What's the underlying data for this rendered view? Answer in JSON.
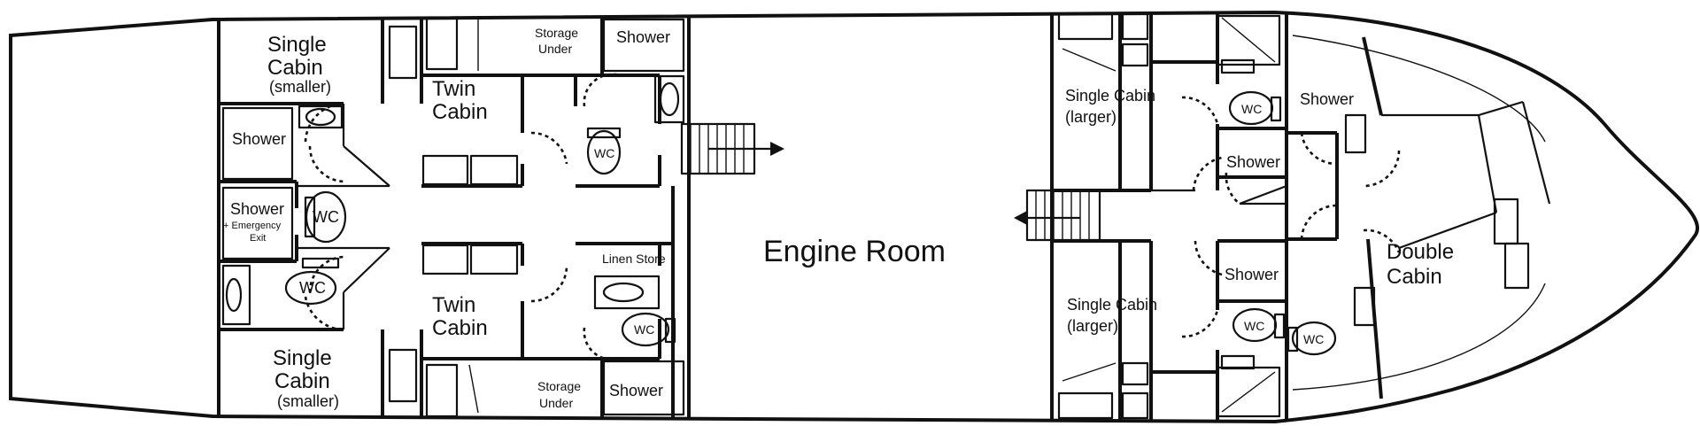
{
  "labels": {
    "single_cabin_1_line1": "Single",
    "single_cabin_1_line2": "Cabin",
    "single_cabin_1_sub": "(smaller)",
    "single_cabin_2_line1": "Single",
    "single_cabin_2_line2": "Cabin",
    "single_cabin_2_sub": "(smaller)",
    "twin_cabin_1_line1": "Twin",
    "twin_cabin_1_line2": "Cabin",
    "twin_cabin_2_line1": "Twin",
    "twin_cabin_2_line2": "Cabin",
    "storage_under_1_line1": "Storage",
    "storage_under_1_line2": "Under",
    "storage_under_2_line1": "Storage",
    "storage_under_2_line2": "Under",
    "shower_top_center": "Shower",
    "shower_bottom_center": "Shower",
    "shower_left_top": "Shower",
    "shower_emergency_line1": "Shower",
    "shower_emergency_line2": "+ Emergency",
    "shower_emergency_line3": "Exit",
    "linen_store": "Linen Store",
    "wc_center_top": "WC",
    "wc_left": "WC",
    "wc_left_lower": "WC",
    "wc_center_bottom": "WC",
    "engine_room": "Engine Room",
    "single_cabin_larger_top_line1": "Single Cabin",
    "single_cabin_larger_top_sub": "(larger)",
    "single_cabin_larger_bottom_line1": "Single Cabin",
    "single_cabin_larger_bottom_sub": "(larger)",
    "wc_right_top": "WC",
    "wc_right_bottom_a": "WC",
    "wc_right_bottom_b": "WC",
    "shower_right_a": "Shower",
    "shower_right_b": "Shower",
    "shower_right_c": "Shower",
    "double_cabin_line1": "Double",
    "double_cabin_line2": "Cabin"
  }
}
